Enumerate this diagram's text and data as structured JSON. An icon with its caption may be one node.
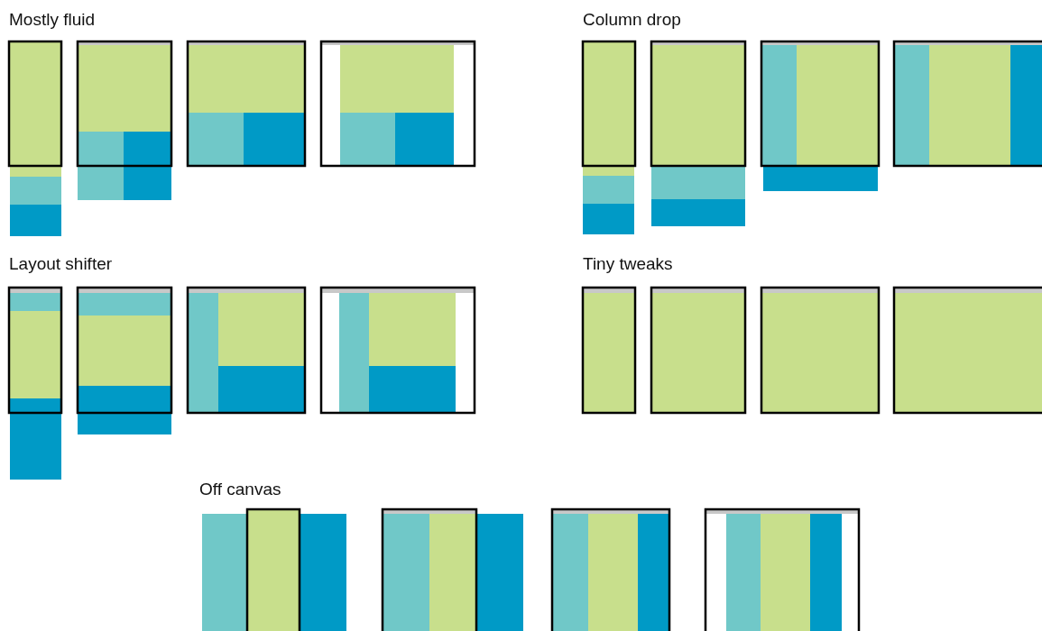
{
  "diagram": {
    "labels": [
      "Mostly fluid",
      "Column drop",
      "Layout shifter",
      "Tiny tweaks",
      "Off canvas"
    ]
  }
}
